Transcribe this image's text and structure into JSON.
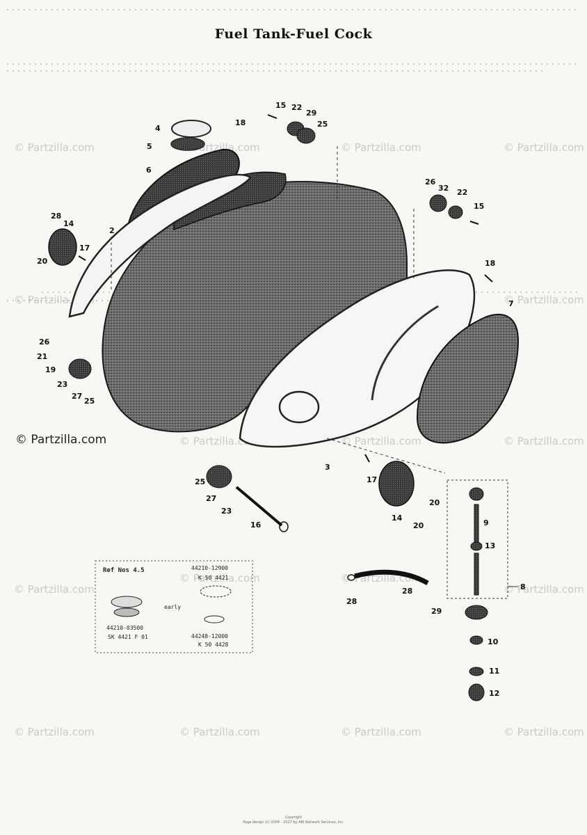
{
  "title": "Fuel Tank-Fuel Cock",
  "watermark": "© Partzilla.com",
  "watermark_corner": "© Partzilla.com",
  "callouts": {
    "c4": "4",
    "c5": "5",
    "c6": "6",
    "c2a": "2",
    "c18a": "18",
    "c15a": "15",
    "c22a": "22",
    "c29a": "29",
    "c25a": "25",
    "c26b": "26",
    "c32": "32",
    "c22b": "22",
    "c15b": "15",
    "c28a": "28",
    "c14a": "14",
    "c17a": "17",
    "c20a": "20",
    "c18b": "18",
    "c7": "7",
    "c26c": "26",
    "c21": "21",
    "c19": "19",
    "c23a": "23",
    "c27a": "27",
    "c25b": "25",
    "c3": "3",
    "c17b": "17",
    "c20b": "20",
    "c14b": "14",
    "c20c": "20",
    "c25c": "25",
    "c27b": "27",
    "c23b": "23",
    "c16": "16",
    "c9": "9",
    "c13": "13",
    "c8": "8",
    "c10": "10",
    "c11": "11",
    "c12": "12",
    "c28b": "28",
    "c28c": "28",
    "c29b": "29"
  },
  "inset": {
    "heading": "Ref Nos 4.5",
    "part_a_number": "44210-03500",
    "part_a_code": "SK 4421 F 01",
    "part_b_number": "44210-12900",
    "part_b_code": "K 50 4421",
    "part_c_number": "44248-12000",
    "part_c_code": "K 50 4428",
    "connector": "early"
  },
  "footer_line1": "Copyright",
  "footer_line2": "Page design (c) 2004 - 2017 by ARI Network Services, Inc."
}
